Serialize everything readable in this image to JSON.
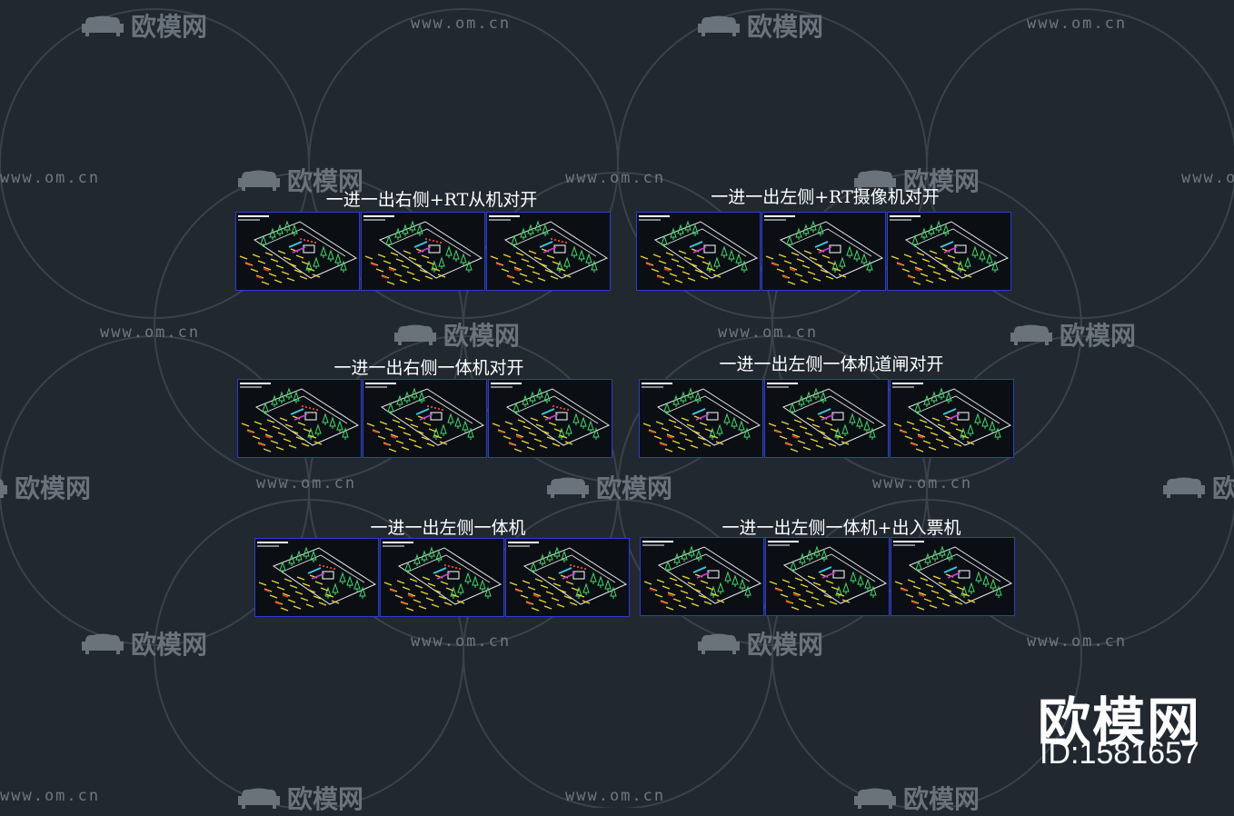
{
  "watermark": {
    "url_text": "www.om.cn",
    "logo_text": "欧模网"
  },
  "brand": {
    "name": "欧模网",
    "id_text": "ID:1581657"
  },
  "groups": [
    {
      "title": "一进一出右侧+RT从机对开",
      "panels": 3
    },
    {
      "title": "一进一出左侧+RT摄像机对开",
      "panels": 3
    },
    {
      "title": "一进一出右侧一体机对开",
      "panels": 3
    },
    {
      "title": "一进一出左侧一体机道闸对开",
      "panels": 3
    },
    {
      "title": "一进一出左侧一体机",
      "panels": 3
    },
    {
      "title": "一进一出左侧一体机+出入票机",
      "panels": 3
    }
  ],
  "colors": {
    "background": "#212830",
    "frame": "#2b3cd8",
    "trees": "#3fdc6a",
    "road_marks": "#e8d431",
    "red_marks": "#e03a2a",
    "booth": "#ffffff",
    "accent_cyan": "#39c8e0",
    "accent_magenta": "#d23ad8"
  }
}
